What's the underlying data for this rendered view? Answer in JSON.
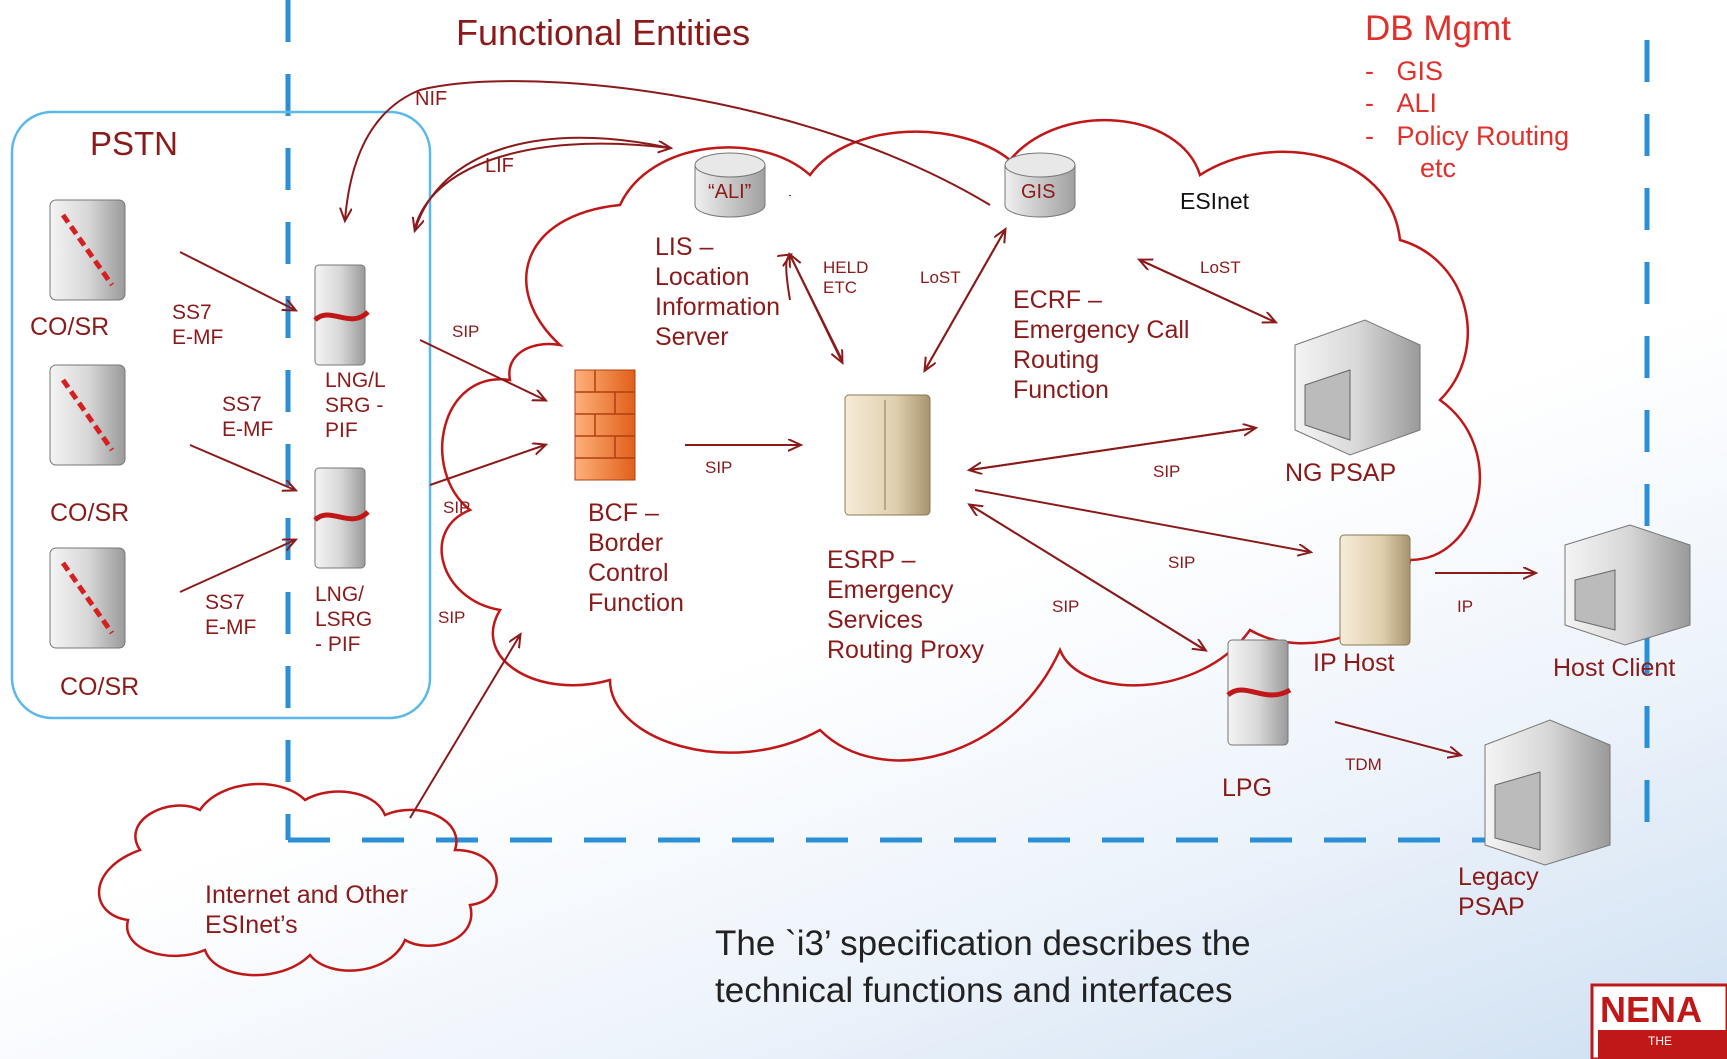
{
  "title": "Functional Entities",
  "db_mgmt": {
    "heading": "DB  Mgmt",
    "items": [
      "GIS",
      "ALI",
      "Policy Routing"
    ],
    "etc": "etc"
  },
  "pstn": {
    "label": "PSTN",
    "co_sr": [
      "CO/SR",
      "CO/SR",
      "CO/SR"
    ],
    "signaling": [
      [
        "SS7",
        "E-MF"
      ],
      [
        "SS7",
        "E-MF"
      ],
      [
        "SS7",
        "E-MF"
      ]
    ],
    "lng_top": [
      "LNG/L",
      "SRG -",
      "PIF"
    ],
    "lng_bottom": [
      "LNG/",
      "LSRG",
      "- PIF"
    ]
  },
  "interfaces": {
    "nif": "NIF",
    "lif": "LIF"
  },
  "databases": {
    "ali": "“ALI”",
    "gis": "GIS"
  },
  "esinet": "ESInet",
  "lis": [
    "LIS –",
    "Location",
    "Information",
    "Server"
  ],
  "held": [
    "HELD",
    "ETC"
  ],
  "lost": [
    "LoST",
    "LoST"
  ],
  "ecrf": [
    "ECRF –",
    "Emergency Call",
    "Routing",
    "Function"
  ],
  "bcf": [
    "BCF –",
    "Border",
    "Control",
    "Function"
  ],
  "esrp": [
    "ESRP –",
    "Emergency",
    "Services",
    "Routing Proxy"
  ],
  "protocols": {
    "sip": "SIP",
    "ip": "IP",
    "tdm": "TDM"
  },
  "ng_psap": "NG PSAP",
  "ip_host": "IP Host",
  "host_client": "Host Client",
  "lpg": "LPG",
  "legacy_psap": [
    "Legacy",
    "PSAP"
  ],
  "internet": [
    "Internet and Other",
    "ESInet’s"
  ],
  "caption": "The `i3’ specification describes the technical functions and interfaces",
  "logo": {
    "text": "NENA",
    "tagline": "THE"
  },
  "colors": {
    "line": "#8b1a1a",
    "accent": "#e0302b",
    "pstn_border": "#5bb8e8",
    "dash": "#2a8fd6"
  }
}
